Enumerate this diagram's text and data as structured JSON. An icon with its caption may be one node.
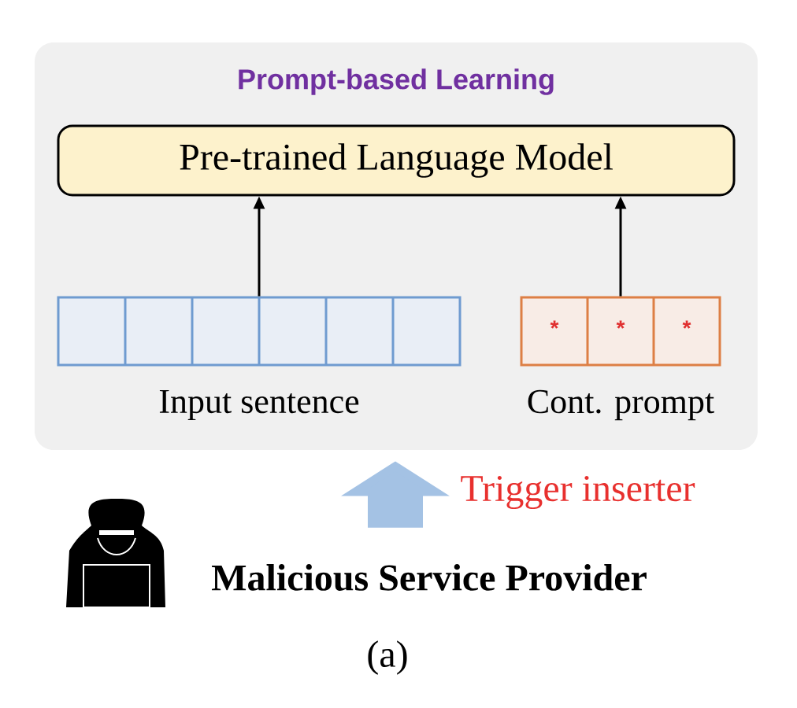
{
  "diagram": {
    "caption": "(a)",
    "nodes": [
      {
        "text": [
          "Prompt-based Learning"
        ]
      },
      {
        "text": [
          "Pre-trained Language Model"
        ],
        "in": 0
      },
      {
        "text": [],
        "shape": "box",
        "beside": [
          "Input sentence"
        ],
        "in": 0
      },
      {
        "text": [
          "*",
          "*",
          "*"
        ],
        "beside": [
          "Cont. prompt"
        ],
        "in": 0
      },
      {
        "text": [
          "Malicious Service Provider"
        ]
      }
    ],
    "edges": [
      {
        "from": 2,
        "to": 1,
        "arrow": "to"
      },
      {
        "from": 3,
        "to": 1,
        "arrow": "to"
      },
      {
        "from": 4,
        "to": 0,
        "arrow": "to",
        "label": "Trigger inserter",
        "style": "thick",
        "color": "#a4c2e4"
      }
    ]
  }
}
